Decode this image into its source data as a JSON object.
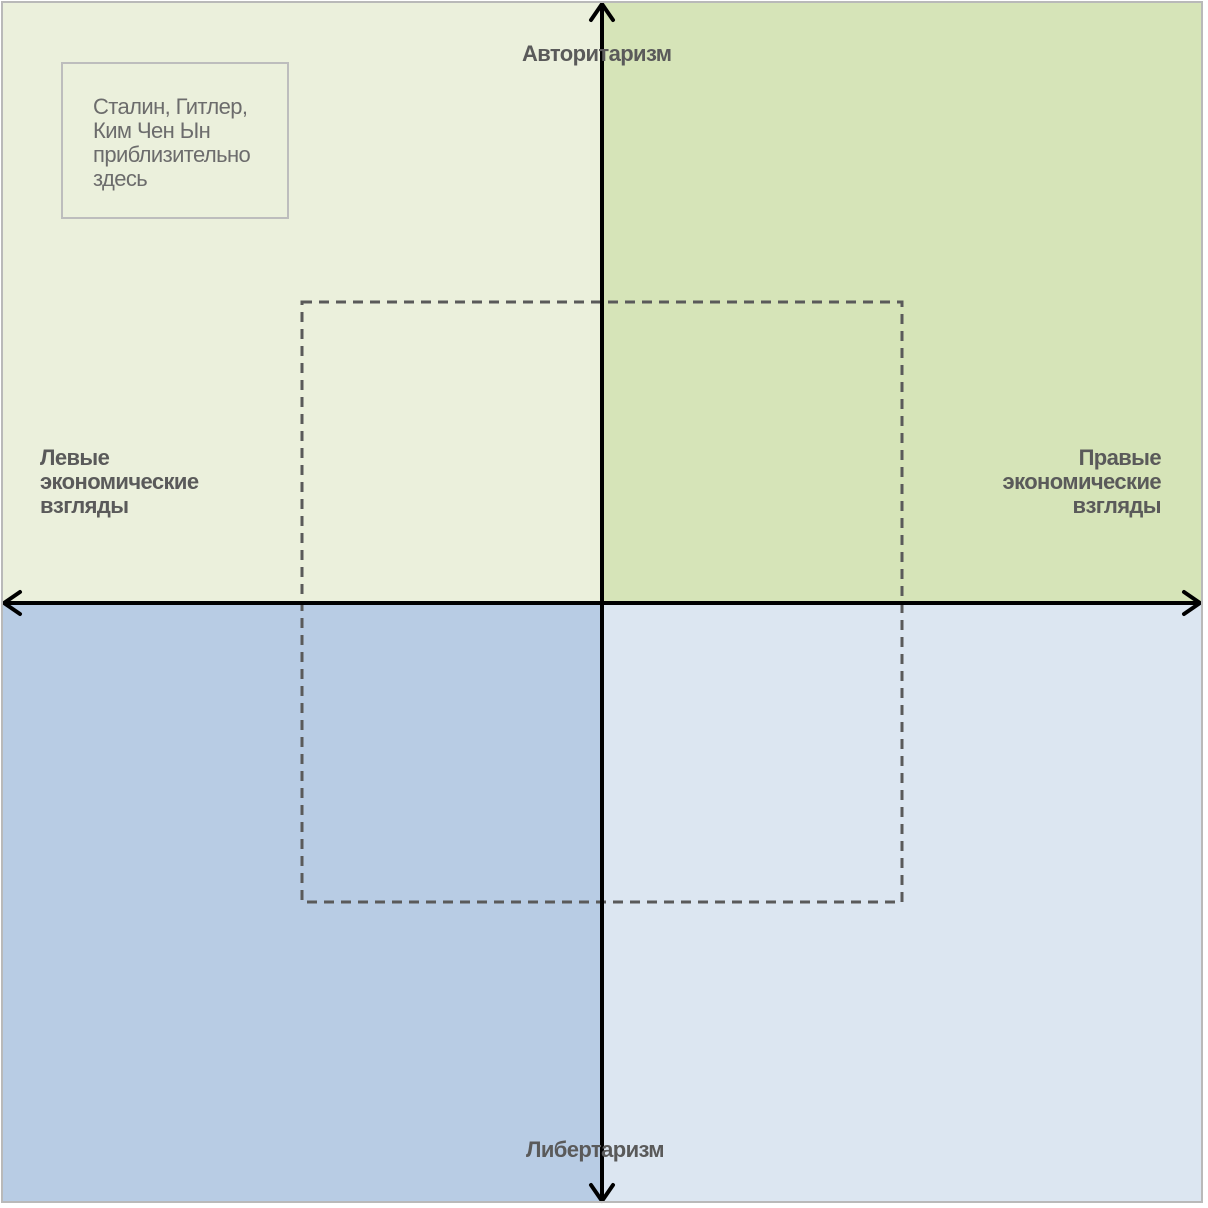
{
  "diagram": {
    "labels": {
      "top": "Авторитаризм",
      "bottom": "Либертаризм",
      "left": "Левые\nэкономические\nвзгляды",
      "right": "Правые\nэкономические\nвзгляды"
    },
    "note": "Сталин, Гитлер,\nКим Чен Ын\nприблизительно\nздесь",
    "colors": {
      "top_left": "#ebf0dc",
      "top_right": "#d6e4b8",
      "bottom_left": "#b8cce4",
      "bottom_right": "#dce6f1",
      "axis": "#000000",
      "dashed_box": "#5a5a5a"
    }
  }
}
